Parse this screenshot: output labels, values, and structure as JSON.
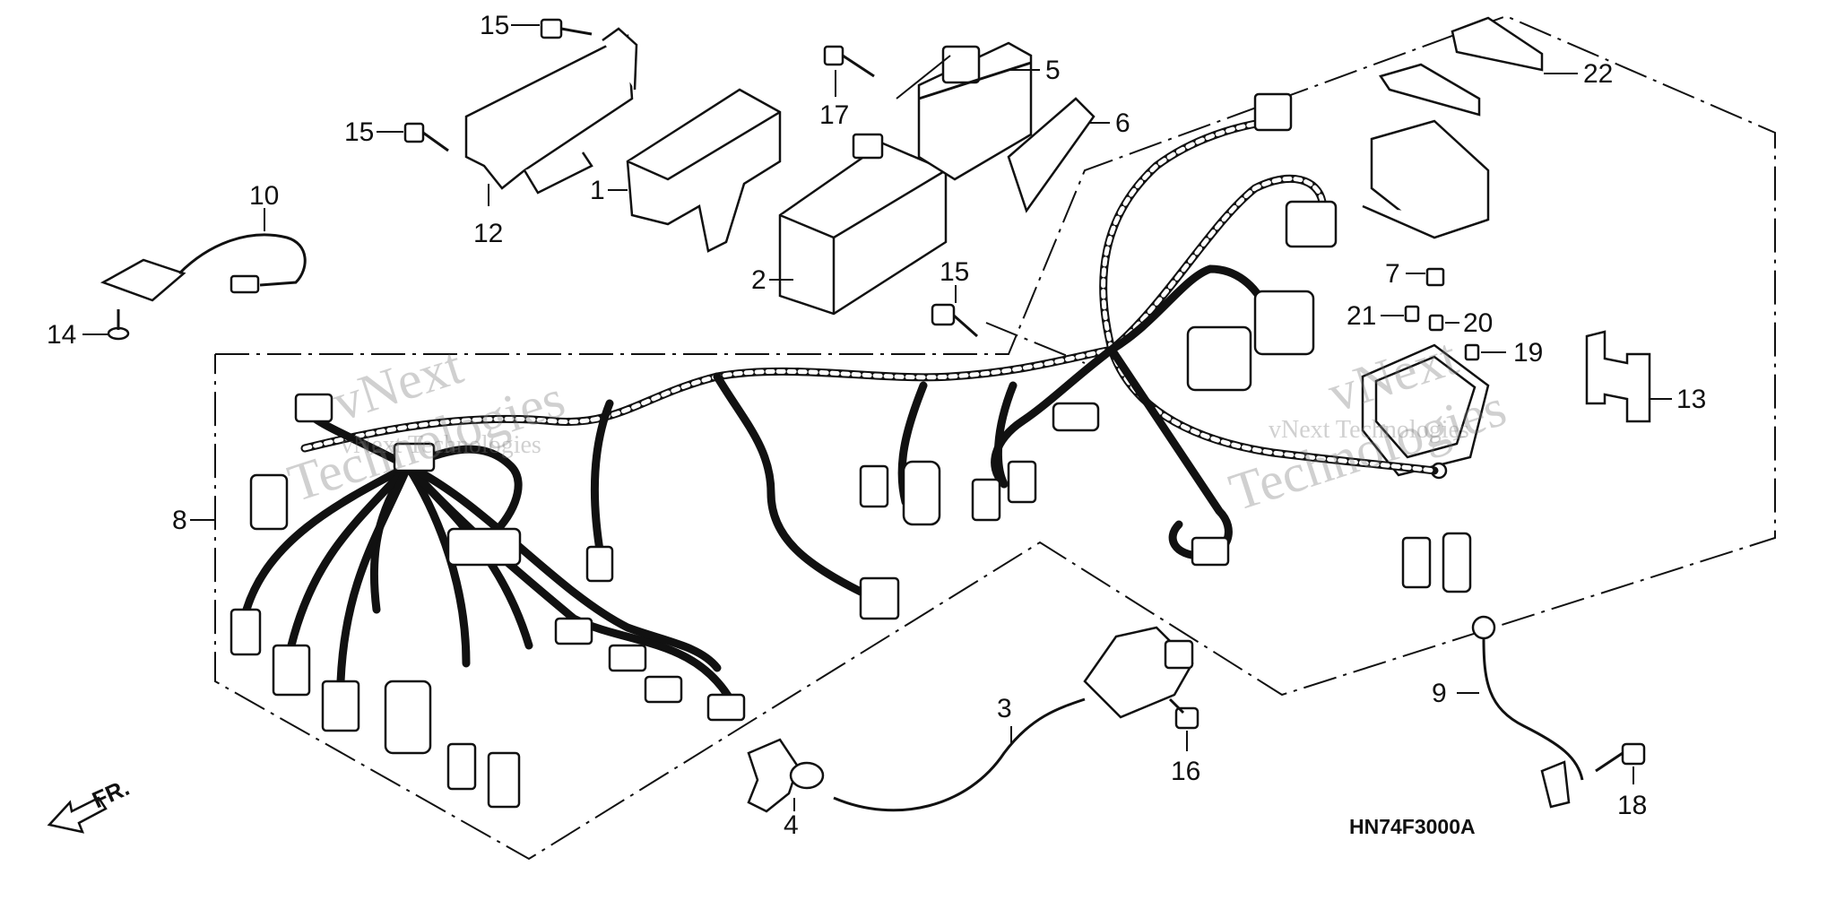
{
  "diagram_code": "HN74F3000A",
  "direction_label": "FR.",
  "watermarks": [
    {
      "line1": "vNext",
      "line2": "Technologies",
      "line3": "vNext Technologies"
    },
    {
      "line1": "vNext",
      "line2": "Technologies",
      "line3": "vNext Technologies"
    }
  ],
  "callouts": [
    {
      "id": "1",
      "text": "1"
    },
    {
      "id": "2",
      "text": "2"
    },
    {
      "id": "3",
      "text": "3"
    },
    {
      "id": "4",
      "text": "4"
    },
    {
      "id": "5",
      "text": "5"
    },
    {
      "id": "6",
      "text": "6"
    },
    {
      "id": "7",
      "text": "7"
    },
    {
      "id": "8",
      "text": "8"
    },
    {
      "id": "9",
      "text": "9"
    },
    {
      "id": "10",
      "text": "10"
    },
    {
      "id": "12",
      "text": "12"
    },
    {
      "id": "13",
      "text": "13"
    },
    {
      "id": "14",
      "text": "14"
    },
    {
      "id": "15a",
      "text": "15"
    },
    {
      "id": "15b",
      "text": "15"
    },
    {
      "id": "15c",
      "text": "15"
    },
    {
      "id": "16",
      "text": "16"
    },
    {
      "id": "17",
      "text": "17"
    },
    {
      "id": "18",
      "text": "18"
    },
    {
      "id": "19",
      "text": "19"
    },
    {
      "id": "20",
      "text": "20"
    },
    {
      "id": "21",
      "text": "21"
    },
    {
      "id": "22",
      "text": "22"
    }
  ]
}
